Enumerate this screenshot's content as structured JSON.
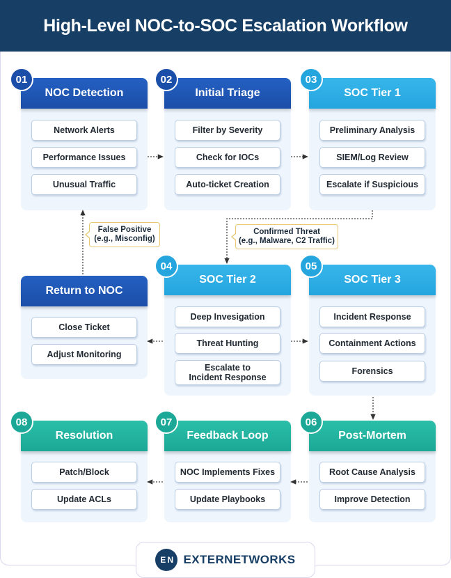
{
  "title": "High-Level NOC-to-SOC Escalation Workflow",
  "colors": {
    "header": "#173f66",
    "blue": "#1b4ea8",
    "cyan": "#25a5de",
    "teal": "#1ca896",
    "card_bg": "#eef5fd"
  },
  "steps": [
    {
      "num": "01",
      "title": "NOC Detection",
      "items": [
        "Network Alerts",
        "Performance Issues",
        "Unusual Traffic"
      ]
    },
    {
      "num": "02",
      "title": "Initial Triage",
      "items": [
        "Filter by Severity",
        "Check for IOCs",
        "Auto-ticket Creation"
      ]
    },
    {
      "num": "03",
      "title": "SOC Tier 1",
      "items": [
        "Preliminary Analysis",
        "SIEM/Log Review",
        "Escalate if Suspicious"
      ]
    },
    {
      "num": "04",
      "title": "SOC Tier 2",
      "items": [
        "Deep Invesigation",
        "Threat Hunting",
        "Escalate to\nIncident Response"
      ]
    },
    {
      "num": "05",
      "title": "SOC Tier 3",
      "items": [
        "Incident Response",
        "Containment Actions",
        "Forensics"
      ]
    },
    {
      "num": "06",
      "title": "Post-Mortem",
      "items": [
        "Root Cause Analysis",
        "Improve Detection"
      ]
    },
    {
      "num": "07",
      "title": "Feedback Loop",
      "items": [
        "NOC Implements Fixes",
        "Update Playbooks"
      ]
    },
    {
      "num": "08",
      "title": "Resolution",
      "items": [
        "Patch/Block",
        "Update ACLs"
      ]
    }
  ],
  "return_to_noc": {
    "title": "Return to NOC",
    "items": [
      "Close Ticket",
      "Adjust Monitoring"
    ]
  },
  "callouts": {
    "false_positive": {
      "line1": "False Positive",
      "line2": "(e.g., Misconfig)"
    },
    "confirmed_threat": {
      "line1": "Confirmed Threat",
      "line2": "(e.g., Malware, C2 Traffic)"
    }
  },
  "logo": {
    "mark": "E N",
    "text": "EXTERNETWORKS"
  }
}
